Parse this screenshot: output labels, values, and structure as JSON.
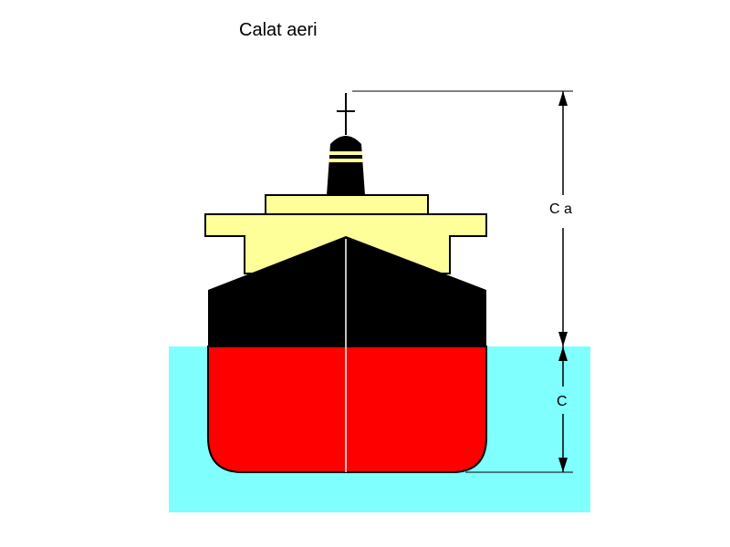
{
  "title": "Calat aeri",
  "labels": {
    "air_draft": "C a",
    "draft": "C"
  },
  "colors": {
    "water": "#80FFFF",
    "sky": "#FFFFFF",
    "superstructure": "#FFFF99",
    "hull_above_water": "#000000",
    "hull_below_water": "#FF0000",
    "funnel_bands": "#FFFF99",
    "lines": "#000000"
  },
  "icons": {
    "mast": "mast-icon",
    "funnel": "funnel-icon"
  }
}
